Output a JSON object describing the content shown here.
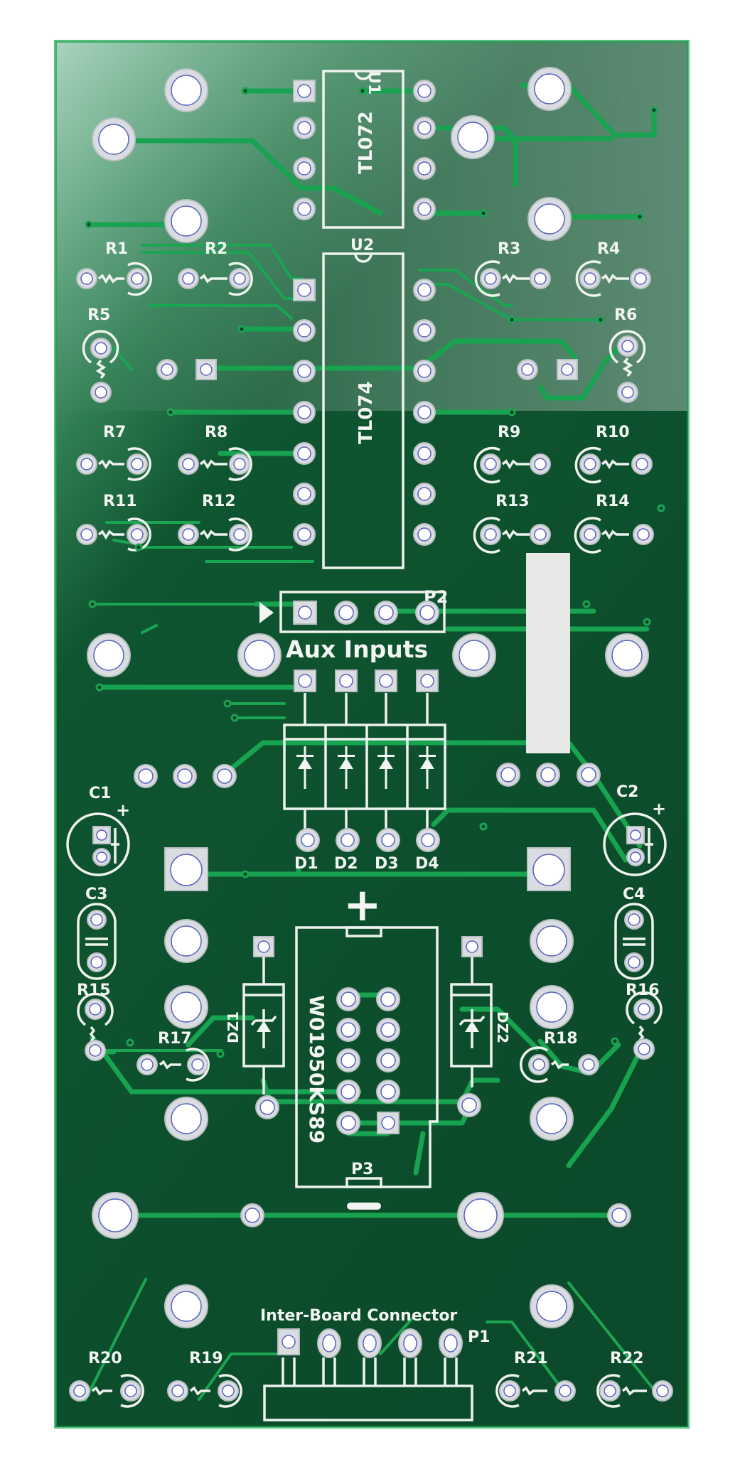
{
  "image": {
    "subject": "Bare green printed circuit board (Eurorack module PCB) on white background",
    "colors": {
      "background": "#ffffff",
      "board_green": "#0e4d2c",
      "board_green_faded_top": "#8fc3a8",
      "trace_green": "#17a34f",
      "silkscreen": "#f2f5f2",
      "pad_silver": "#d9dde0"
    }
  },
  "board": {
    "ic_labels": {
      "u1_ref": "U1",
      "u1_part": "TL072",
      "u2_ref": "U2",
      "u2_part": "TL074",
      "p3_part": "W01950KS89"
    },
    "resistors": [
      "R1",
      "R2",
      "R3",
      "R4",
      "R5",
      "R6",
      "R7",
      "R8",
      "R9",
      "R10",
      "R11",
      "R12",
      "R13",
      "R14",
      "R15",
      "R16",
      "R17",
      "R18",
      "R19",
      "R20",
      "R21",
      "R22"
    ],
    "capacitors": [
      "C1",
      "C2",
      "C3",
      "C4"
    ],
    "diodes": [
      "D1",
      "D2",
      "D3",
      "D4"
    ],
    "zeners": [
      "DZ1",
      "DZ2"
    ],
    "connectors": {
      "p1": "P1",
      "p2": "P2",
      "p3": "P3",
      "aux_label": "Aux Inputs",
      "interboard_label": "Inter-Board Connector"
    },
    "symbols": {
      "plus": "+",
      "c1_plus": "+",
      "c2_plus": "+"
    }
  }
}
